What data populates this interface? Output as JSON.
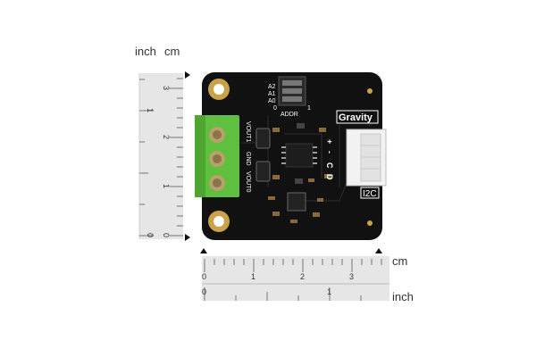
{
  "ruler_units": {
    "inch_top": "inch",
    "cm_top": "cm",
    "cm_bottom": "cm",
    "inch_bottom": "inch"
  },
  "vertical_ruler": {
    "cm_ticks": [
      "0",
      "1",
      "2",
      "3"
    ],
    "inch_ticks": [
      "0",
      "1"
    ]
  },
  "horizontal_ruler": {
    "cm_ticks": [
      "0",
      "1",
      "2",
      "3"
    ],
    "inch_ticks": [
      "0",
      "1"
    ]
  },
  "board": {
    "color": "#101010",
    "dip_labels": [
      "A2",
      "A1",
      "A0"
    ],
    "dip_scale": [
      "0",
      "1"
    ],
    "addr_label": "ADDR",
    "terminal_labels": [
      "VOUT1",
      "GND",
      "VOUT0"
    ],
    "connector_pins": [
      "+",
      "-",
      "C",
      "D"
    ],
    "brand": "Gravity",
    "bus": "I2C"
  },
  "colors": {
    "terminal_green": "#5fbf3e",
    "pad_gold": "#c9a24a",
    "connector": "#f2f2f2",
    "ruler_fill": "#e6e6e6"
  }
}
